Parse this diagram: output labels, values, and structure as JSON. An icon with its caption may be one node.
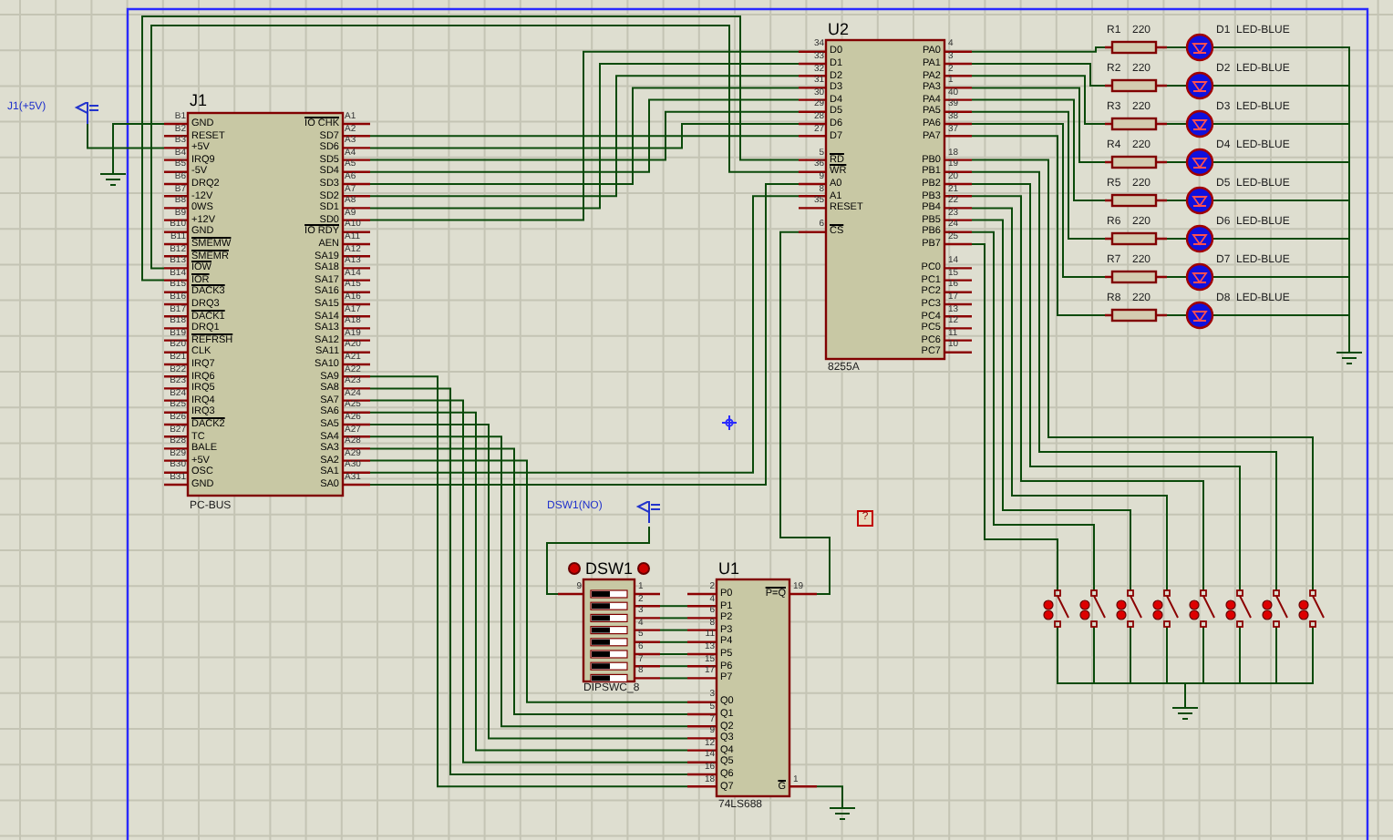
{
  "diagram": {
    "nodes": [
      {
        "text": [
          "J1",
          "PC-BUS"
        ]
      },
      {
        "text": [
          "U2",
          "8255A"
        ]
      },
      {
        "text": [
          "U1",
          "74LS688"
        ]
      },
      {
        "text": [
          "DSW1",
          "DIPSWC_8"
        ]
      },
      {
        "text": [
          "J1(+5V)"
        ]
      },
      {
        "text": [
          "DSW1(NO)"
        ]
      },
      {
        "text": [
          "?"
        ]
      },
      {
        "text": [
          "R1",
          "220"
        ]
      },
      {
        "text": [
          "R2",
          "220"
        ]
      },
      {
        "text": [
          "R3",
          "220"
        ]
      },
      {
        "text": [
          "R4",
          "220"
        ]
      },
      {
        "text": [
          "R5",
          "220"
        ]
      },
      {
        "text": [
          "R6",
          "220"
        ]
      },
      {
        "text": [
          "R7",
          "220"
        ]
      },
      {
        "text": [
          "R8",
          "220"
        ]
      },
      {
        "text": [
          "D1",
          "LED-BLUE"
        ]
      },
      {
        "text": [
          "D2",
          "LED-BLUE"
        ]
      },
      {
        "text": [
          "D3",
          "LED-BLUE"
        ]
      },
      {
        "text": [
          "D4",
          "LED-BLUE"
        ]
      },
      {
        "text": [
          "D5",
          "LED-BLUE"
        ]
      },
      {
        "text": [
          "D6",
          "LED-BLUE"
        ]
      },
      {
        "text": [
          "D7",
          "LED-BLUE"
        ]
      },
      {
        "text": [
          "D8",
          "LED-BLUE"
        ]
      },
      {
        "text": [],
        "shape": "switch"
      },
      {
        "text": [],
        "shape": "switch"
      },
      {
        "text": [],
        "shape": "switch"
      },
      {
        "text": [],
        "shape": "switch"
      },
      {
        "text": [],
        "shape": "switch"
      },
      {
        "text": [],
        "shape": "switch"
      },
      {
        "text": [],
        "shape": "switch"
      },
      {
        "text": [],
        "shape": "switch"
      },
      {
        "text": [],
        "shape": "ground"
      },
      {
        "text": [],
        "shape": "ground"
      },
      {
        "text": [],
        "shape": "ground"
      },
      {
        "text": [],
        "shape": "ground"
      }
    ],
    "edges": [
      {
        "from": 4,
        "to": 0,
        "arrow": "none"
      },
      {
        "from": 0,
        "to": 31,
        "arrow": "none"
      },
      {
        "from": 0,
        "to": 1,
        "arrow": "none"
      },
      {
        "from": 0,
        "to": 1,
        "arrow": "none"
      },
      {
        "from": 0,
        "to": 1,
        "arrow": "none"
      },
      {
        "from": 0,
        "to": 1,
        "arrow": "none"
      },
      {
        "from": 0,
        "to": 1,
        "arrow": "none"
      },
      {
        "from": 0,
        "to": 1,
        "arrow": "none"
      },
      {
        "from": 0,
        "to": 1,
        "arrow": "none"
      },
      {
        "from": 0,
        "to": 1,
        "arrow": "none"
      },
      {
        "from": 0,
        "to": 1,
        "arrow": "none"
      },
      {
        "from": 0,
        "to": 1,
        "arrow": "none"
      },
      {
        "from": 0,
        "to": 1,
        "arrow": "none"
      },
      {
        "from": 0,
        "to": 1,
        "arrow": "none"
      },
      {
        "from": 2,
        "to": 1,
        "arrow": "none"
      },
      {
        "from": 0,
        "to": 2,
        "arrow": "none"
      },
      {
        "from": 0,
        "to": 2,
        "arrow": "none"
      },
      {
        "from": 0,
        "to": 2,
        "arrow": "none"
      },
      {
        "from": 0,
        "to": 2,
        "arrow": "none"
      },
      {
        "from": 0,
        "to": 2,
        "arrow": "none"
      },
      {
        "from": 0,
        "to": 2,
        "arrow": "none"
      },
      {
        "from": 0,
        "to": 2,
        "arrow": "none"
      },
      {
        "from": 0,
        "to": 2,
        "arrow": "none"
      },
      {
        "from": 5,
        "to": 3,
        "arrow": "none"
      },
      {
        "from": 3,
        "to": 2,
        "arrow": "none"
      },
      {
        "from": 3,
        "to": 2,
        "arrow": "none"
      },
      {
        "from": 3,
        "to": 2,
        "arrow": "none"
      },
      {
        "from": 3,
        "to": 2,
        "arrow": "none"
      },
      {
        "from": 3,
        "to": 2,
        "arrow": "none"
      },
      {
        "from": 3,
        "to": 2,
        "arrow": "none"
      },
      {
        "from": 3,
        "to": 2,
        "arrow": "none"
      },
      {
        "from": 1,
        "to": 7,
        "arrow": "none"
      },
      {
        "from": 1,
        "to": 8,
        "arrow": "none"
      },
      {
        "from": 1,
        "to": 9,
        "arrow": "none"
      },
      {
        "from": 1,
        "to": 10,
        "arrow": "none"
      },
      {
        "from": 1,
        "to": 11,
        "arrow": "none"
      },
      {
        "from": 1,
        "to": 12,
        "arrow": "none"
      },
      {
        "from": 1,
        "to": 13,
        "arrow": "none"
      },
      {
        "from": 1,
        "to": 14,
        "arrow": "none"
      },
      {
        "from": 7,
        "to": 15,
        "arrow": "none"
      },
      {
        "from": 8,
        "to": 16,
        "arrow": "none"
      },
      {
        "from": 9,
        "to": 17,
        "arrow": "none"
      },
      {
        "from": 10,
        "to": 18,
        "arrow": "none"
      },
      {
        "from": 11,
        "to": 19,
        "arrow": "none"
      },
      {
        "from": 12,
        "to": 20,
        "arrow": "none"
      },
      {
        "from": 13,
        "to": 21,
        "arrow": "none"
      },
      {
        "from": 14,
        "to": 22,
        "arrow": "none"
      },
      {
        "from": 15,
        "to": 32,
        "arrow": "none"
      },
      {
        "from": 16,
        "to": 32,
        "arrow": "none"
      },
      {
        "from": 17,
        "to": 32,
        "arrow": "none"
      },
      {
        "from": 18,
        "to": 32,
        "arrow": "none"
      },
      {
        "from": 19,
        "to": 32,
        "arrow": "none"
      },
      {
        "from": 20,
        "to": 32,
        "arrow": "none"
      },
      {
        "from": 21,
        "to": 32,
        "arrow": "none"
      },
      {
        "from": 22,
        "to": 32,
        "arrow": "none"
      },
      {
        "from": 1,
        "to": 23,
        "arrow": "none"
      },
      {
        "from": 1,
        "to": 24,
        "arrow": "none"
      },
      {
        "from": 1,
        "to": 25,
        "arrow": "none"
      },
      {
        "from": 1,
        "to": 26,
        "arrow": "none"
      },
      {
        "from": 1,
        "to": 27,
        "arrow": "none"
      },
      {
        "from": 1,
        "to": 28,
        "arrow": "none"
      },
      {
        "from": 1,
        "to": 29,
        "arrow": "none"
      },
      {
        "from": 1,
        "to": 30,
        "arrow": "none"
      },
      {
        "from": 23,
        "to": 33,
        "arrow": "none"
      },
      {
        "from": 24,
        "to": 33,
        "arrow": "none"
      },
      {
        "from": 25,
        "to": 33,
        "arrow": "none"
      },
      {
        "from": 26,
        "to": 33,
        "arrow": "none"
      },
      {
        "from": 27,
        "to": 33,
        "arrow": "none"
      },
      {
        "from": 28,
        "to": 33,
        "arrow": "none"
      },
      {
        "from": 29,
        "to": 33,
        "arrow": "none"
      },
      {
        "from": 30,
        "to": 33,
        "arrow": "none"
      },
      {
        "from": 2,
        "to": 34,
        "arrow": "none"
      }
    ],
    "labels": [
      "B1",
      "B2",
      "B3",
      "B4",
      "B5",
      "B6",
      "B7",
      "B8",
      "B9",
      "B10",
      "B11",
      "B12",
      "B13",
      "B14",
      "B15",
      "B16",
      "B17",
      "B18",
      "B19",
      "B20",
      "B21",
      "B22",
      "B23",
      "B24",
      "B25",
      "B26",
      "B27",
      "B28",
      "B29",
      "B30",
      "B31",
      "GND",
      "RESET",
      "+5V",
      "IRQ9",
      "-5V",
      "DRQ2",
      "-12V",
      "0WS",
      "+12V",
      "GND",
      "SMEMW",
      "SMEMR",
      "IOW",
      "IOR",
      "DACK3",
      "DRQ3",
      "DACK1",
      "DRQ1",
      "REFRSH",
      "CLK",
      "IRQ7",
      "IRQ6",
      "IRQ5",
      "IRQ4",
      "IRQ3",
      "DACK2",
      "TC",
      "BALE",
      "+5V",
      "OSC",
      "GND",
      "IO CHK",
      "SD7",
      "SD6",
      "SD5",
      "SD4",
      "SD3",
      "SD2",
      "SD1",
      "SD0",
      "IO RDY",
      "AEN",
      "SA19",
      "SA18",
      "SA17",
      "SA16",
      "SA15",
      "SA14",
      "SA13",
      "SA12",
      "SA11",
      "SA10",
      "SA9",
      "SA8",
      "SA7",
      "SA6",
      "SA5",
      "SA4",
      "SA3",
      "SA2",
      "SA1",
      "SA0",
      "A1",
      "A2",
      "A3",
      "A4",
      "A5",
      "A6",
      "A7",
      "A8",
      "A9",
      "A10",
      "A11",
      "A12",
      "A13",
      "A14",
      "A15",
      "A16",
      "A17",
      "A18",
      "A19",
      "A20",
      "A21",
      "A22",
      "A23",
      "A24",
      "A25",
      "A26",
      "A27",
      "A28",
      "A29",
      "A30",
      "A31",
      "34",
      "33",
      "32",
      "31",
      "30",
      "29",
      "28",
      "27",
      "5",
      "36",
      "9",
      "8",
      "35",
      "6",
      "D0",
      "D1",
      "D2",
      "D3",
      "D4",
      "D5",
      "D6",
      "D7",
      "RD",
      "WR",
      "A0",
      "A1",
      "RESET",
      "CS",
      "PA0",
      "PA1",
      "PA2",
      "PA3",
      "PA4",
      "PA5",
      "PA6",
      "PA7",
      "PB0",
      "PB1",
      "PB2",
      "PB3",
      "PB4",
      "PB5",
      "PB6",
      "PB7",
      "PC0",
      "PC1",
      "PC2",
      "PC3",
      "PC4",
      "PC5",
      "PC6",
      "PC7",
      "4",
      "3",
      "2",
      "1",
      "40",
      "39",
      "38",
      "37",
      "18",
      "19",
      "20",
      "21",
      "22",
      "23",
      "24",
      "25",
      "14",
      "15",
      "16",
      "17",
      "13",
      "12",
      "11",
      "10",
      "9",
      "1",
      "2",
      "3",
      "4",
      "5",
      "6",
      "7",
      "8",
      "2",
      "4",
      "6",
      "8",
      "11",
      "13",
      "15",
      "17",
      "3",
      "5",
      "7",
      "9",
      "12",
      "14",
      "16",
      "18",
      "P0",
      "P1",
      "P2",
      "P3",
      "P4",
      "P5",
      "P6",
      "P7",
      "Q0",
      "Q1",
      "Q2",
      "Q3",
      "Q4",
      "Q5",
      "Q6",
      "Q7",
      "P=Q",
      "G",
      "19",
      "1"
    ]
  }
}
